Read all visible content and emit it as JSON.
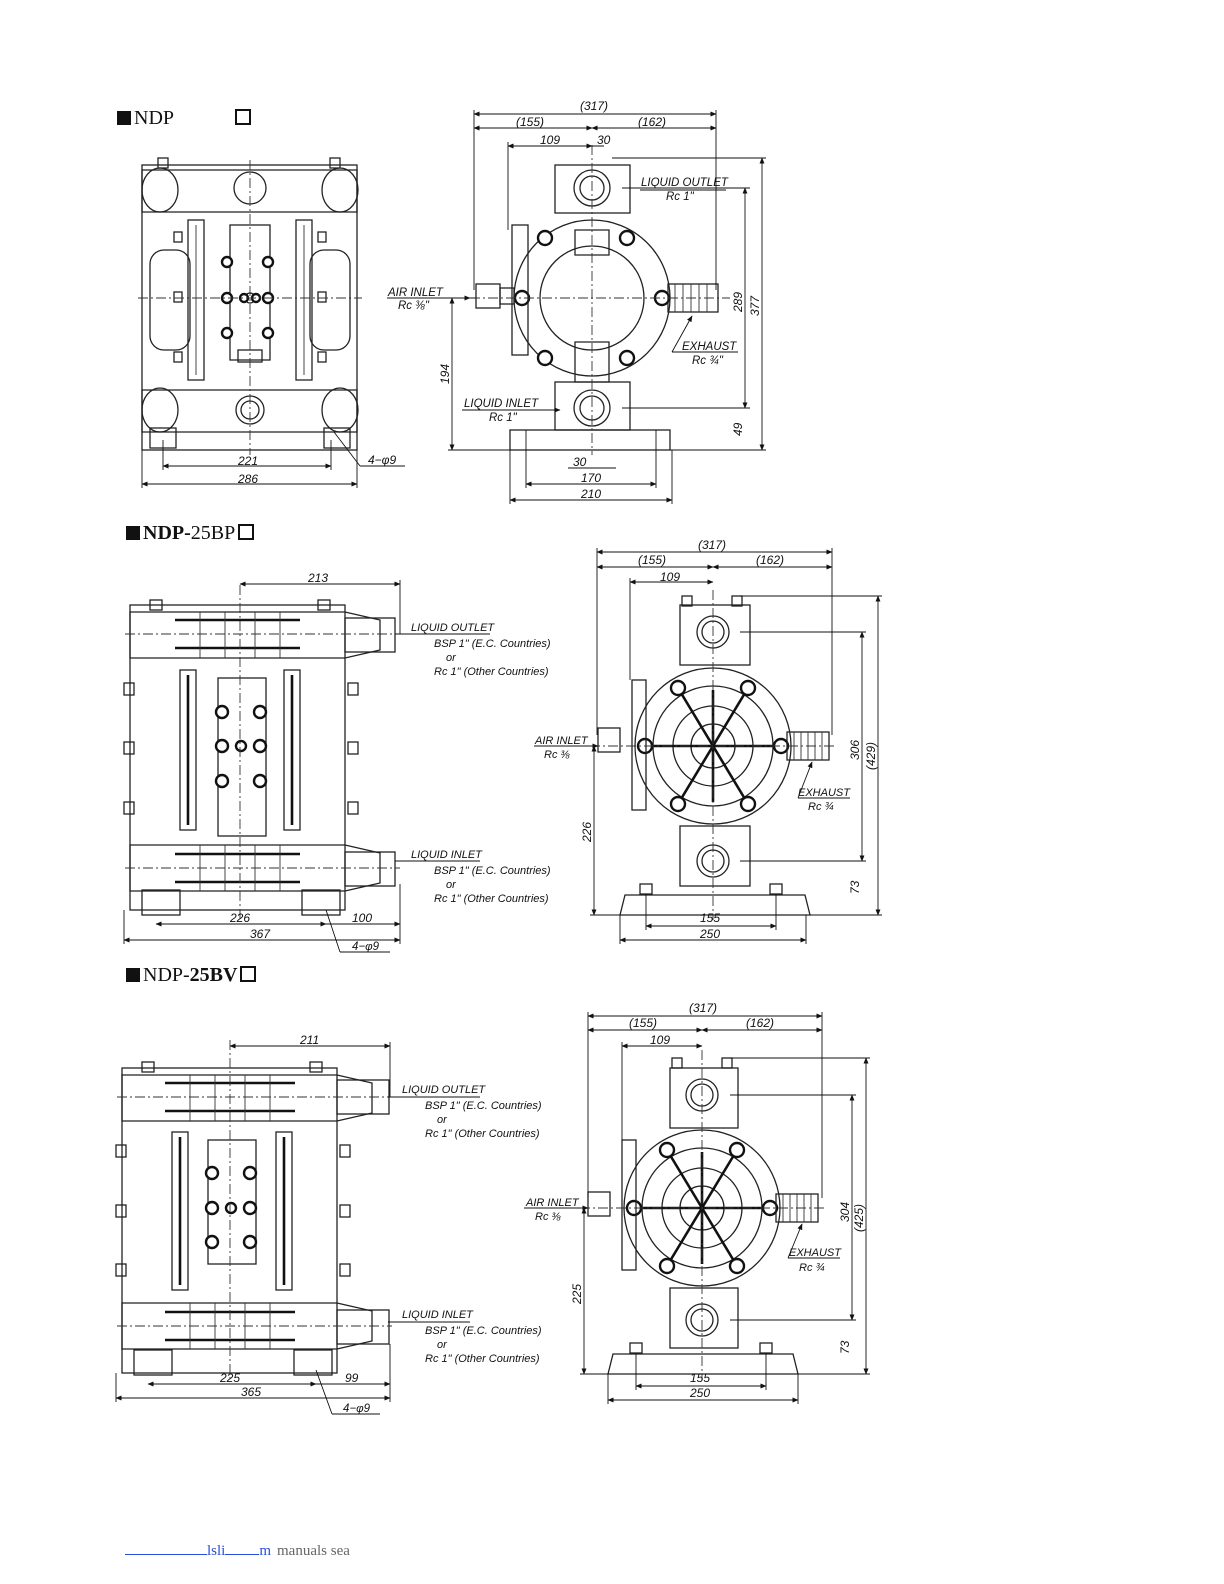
{
  "headers": {
    "h1": {
      "prefix": "NDP",
      "suffix": ""
    },
    "h2": {
      "bold": "NDP-",
      "normal": "25BP"
    },
    "h3": {
      "normal": "NDP-",
      "bold": "25BV"
    }
  },
  "view1": {
    "dims": {
      "top_total": "(317)",
      "top_left": "(155)",
      "top_right": "(162)",
      "d109": "109",
      "d30_top": "30",
      "d289": "289",
      "d377": "377",
      "d194": "194",
      "d49": "49",
      "d30_bot": "30",
      "d170": "170",
      "d210": "210",
      "d221": "221",
      "d286": "286",
      "holes": "4−φ9"
    },
    "labels": {
      "liquid_outlet": "LIQUID OUTLET",
      "outlet_rc": "Rc  1\"",
      "air_inlet": "AIR INLET",
      "air_rc": "Rc ⅜\"",
      "exhaust": "EXHAUST",
      "exhaust_rc": "Rc ¾\"",
      "liquid_inlet": "LIQUID INLET",
      "inlet_rc": "Rc  1\""
    }
  },
  "view2": {
    "dims": {
      "d213": "213",
      "top_total": "(317)",
      "top_left": "(155)",
      "top_right": "(162)",
      "d109": "109",
      "d306": "306",
      "d429": "(429)",
      "d226v": "226",
      "d73": "73",
      "d155": "155",
      "d250": "250",
      "d226": "226",
      "d100": "100",
      "d367": "367",
      "holes": "4−φ9"
    },
    "labels": {
      "liquid_outlet": "LIQUID OUTLET",
      "bsp": "BSP  1\" (E.C. Countries)",
      "or": "or",
      "rc": "Rc  1\" (Other Countries)",
      "air_inlet": "AIR INLET",
      "air_rc": "Rc ⅜",
      "exhaust": "EXHAUST",
      "exhaust_rc": "Rc ¾",
      "liquid_inlet": "LIQUID INLET"
    }
  },
  "view3": {
    "dims": {
      "d211": "211",
      "top_total": "(317)",
      "top_left": "(155)",
      "top_right": "(162)",
      "d109": "109",
      "d304": "304",
      "d425": "(425)",
      "d225v": "225",
      "d73": "73",
      "d155": "155",
      "d250": "250",
      "d225": "225",
      "d99": "99",
      "d365": "365",
      "holes": "4−φ9"
    },
    "labels": {
      "liquid_outlet": "LIQUID OUTLET",
      "bsp": "BSP  1\" (E.C. Countries)",
      "or": "or",
      "rc": "Rc  1\" (Other Countries)",
      "air_inlet": "AIR INLET",
      "air_rc": "Rc ⅜",
      "exhaust": "EXHAUST",
      "exhaust_rc": "Rc ¾",
      "liquid_inlet": "LIQUID INLET"
    }
  },
  "footer": {
    "link_a": "lsli",
    "link_b": "m",
    "rest": "manuals sea"
  }
}
